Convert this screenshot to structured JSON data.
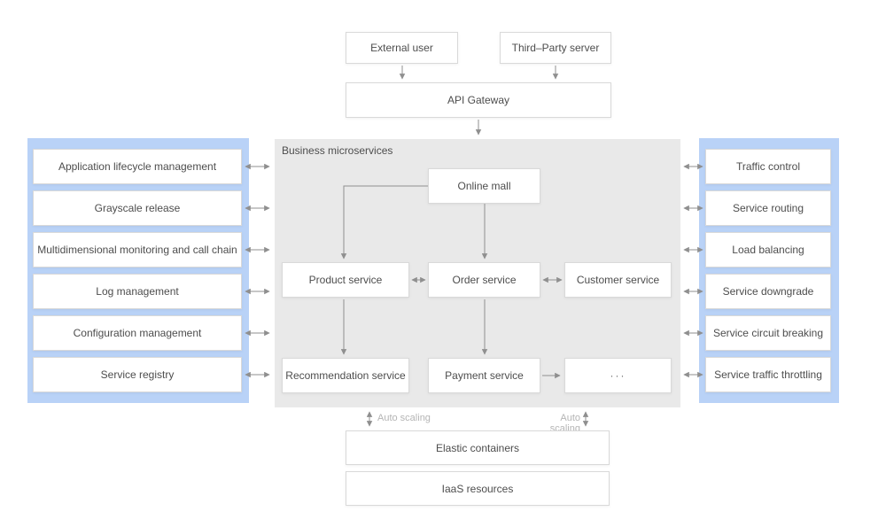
{
  "top": {
    "external_user": "External user",
    "third_party_server": "Third–Party server",
    "api_gateway": "API Gateway"
  },
  "left_panel": {
    "items": [
      "Application lifecycle management",
      "Grayscale release",
      "Multidimensional monitoring and call chain",
      "Log management",
      "Configuration management",
      "Service registry"
    ]
  },
  "right_panel": {
    "items": [
      "Traffic control",
      "Service routing",
      "Load balancing",
      "Service downgrade",
      "Service circuit breaking",
      "Service traffic throttling"
    ]
  },
  "center": {
    "title": "Business microservices",
    "nodes": {
      "online_mall": "Online mall",
      "product_service": "Product service",
      "order_service": "Order service",
      "customer_service": "Customer service",
      "recommendation_service": "Recommendation service",
      "payment_service": "Payment service",
      "more": "···"
    }
  },
  "bottom": {
    "auto_scaling_left": "Auto scaling",
    "auto_scaling_right": "Auto scaling",
    "elastic_containers": "Elastic containers",
    "iaas_resources": "IaaS resources"
  },
  "colors": {
    "panel_blue": "#b9d2f7",
    "container_gray": "#e9e9e9",
    "box_border": "#d9d9d9",
    "arrow_gray": "#8f8f8f",
    "text": "#4d4d4d",
    "muted_label": "#b5b5b5"
  }
}
